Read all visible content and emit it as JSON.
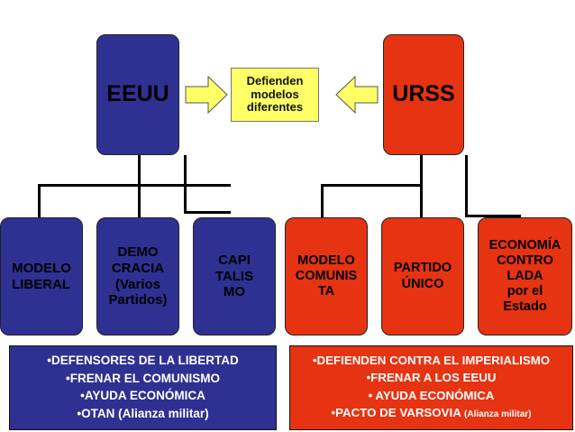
{
  "diagram": {
    "top_boxes": {
      "eeuu": "EEUU",
      "urss": "URSS",
      "center": "Defienden\nmodelos\ndiferentes"
    },
    "eeuu_children": [
      {
        "label": "MODELO\nLIBERAL"
      },
      {
        "label": "DEMO\nCRACIA\n(Varios\nPartidos)"
      },
      {
        "label": "CAPI\nTALIS\nMO"
      }
    ],
    "urss_children": [
      {
        "label": "MODELO\nCOMUNIS\nTA"
      },
      {
        "label": "PARTIDO\nÚNICO"
      },
      {
        "label": "ECONOMÍA\nCONTRO\nLADA\npor el\nEstado"
      }
    ],
    "eeuu_info": [
      "•DEFENSORES DE LA LIBERTAD",
      "•FRENAR EL COMUNISMO",
      "•AYUDA ECONÓMICA",
      "•OTAN (Alianza militar)"
    ],
    "urss_info": {
      "line1": "•DEFIENDEN CONTRA EL IMPERIALISMO",
      "line2": "•FRENAR A LOS EEUU",
      "line3": "• AYUDA ECONÓMICA",
      "line4_main": "•PACTO DE VARSOVIA ",
      "line4_small": "(Alianza militar)"
    },
    "colors": {
      "blue": "#2e3192",
      "red": "#e63312",
      "yellow": "#ffff66"
    }
  }
}
